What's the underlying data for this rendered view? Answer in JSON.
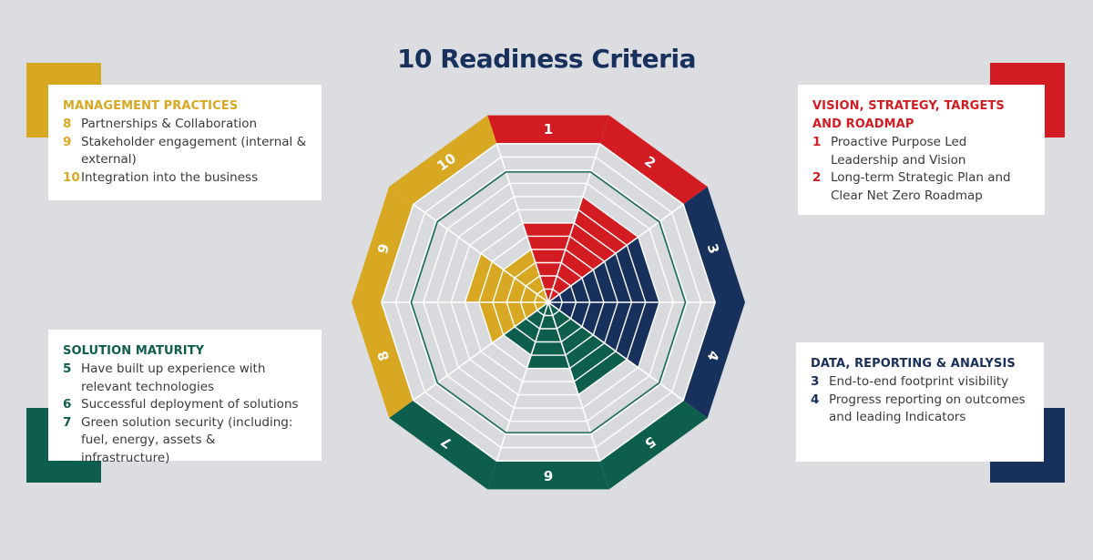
{
  "title": "10 Readiness Criteria",
  "colors": {
    "background": "#dcdde0",
    "title": "#17305c",
    "management": "#d8a822",
    "vision": "#d31c22",
    "data": "#17305c",
    "solution": "#0e5e4e",
    "grid_fill": "#d9dadd",
    "grid_line": "#ffffff",
    "benchmark_ring": "#1a6b5a"
  },
  "cards": {
    "management": {
      "heading": "MANAGEMENT PRACTICES",
      "items": [
        {
          "num": "8",
          "text": "Partnerships & Collaboration"
        },
        {
          "num": "9",
          "text": "Stakeholder engagement (internal & external)"
        },
        {
          "num": "10",
          "text": "Integration into the business"
        }
      ]
    },
    "vision": {
      "heading": "VISION, STRATEGY, TARGETS AND ROADMAP",
      "items": [
        {
          "num": "1",
          "text": "Proactive Purpose Led Leadership and Vision"
        },
        {
          "num": "2",
          "text": "Long-term Strategic Plan and Clear Net Zero Roadmap"
        }
      ]
    },
    "solution": {
      "heading": "SOLUTION MATURITY",
      "items": [
        {
          "num": "5",
          "text": "Have built up experience with relevant technologies"
        },
        {
          "num": "6",
          "text": "Successful deployment of solutions"
        },
        {
          "num": "7",
          "text": "Green solution security (including: fuel, energy, assets & infrastructure)"
        }
      ]
    },
    "data": {
      "heading": "DATA, REPORTING & ANALYSIS",
      "items": [
        {
          "num": "3",
          "text": "End-to-end footprint visibility"
        },
        {
          "num": "4",
          "text": "Progress reporting on outcomes and leading Indicators"
        }
      ]
    }
  },
  "chart_data": {
    "type": "radar",
    "title": "10 Readiness Criteria",
    "categories": [
      "1",
      "2",
      "3",
      "4",
      "5",
      "6",
      "7",
      "8",
      "9",
      "10"
    ],
    "values": [
      6,
      8,
      8,
      8,
      7,
      5,
      4,
      5,
      6,
      4
    ],
    "max_level": 12,
    "benchmark_level": 10,
    "groups": [
      {
        "name": "Vision, Strategy, Targets and Roadmap",
        "criteria": [
          "1",
          "2"
        ],
        "color": "#d31c22"
      },
      {
        "name": "Data, Reporting & Analysis",
        "criteria": [
          "3",
          "4"
        ],
        "color": "#17305c"
      },
      {
        "name": "Solution Maturity",
        "criteria": [
          "5",
          "6",
          "7"
        ],
        "color": "#0e5e4e"
      },
      {
        "name": "Management Practices",
        "criteria": [
          "8",
          "9",
          "10"
        ],
        "color": "#d8a822"
      }
    ]
  }
}
